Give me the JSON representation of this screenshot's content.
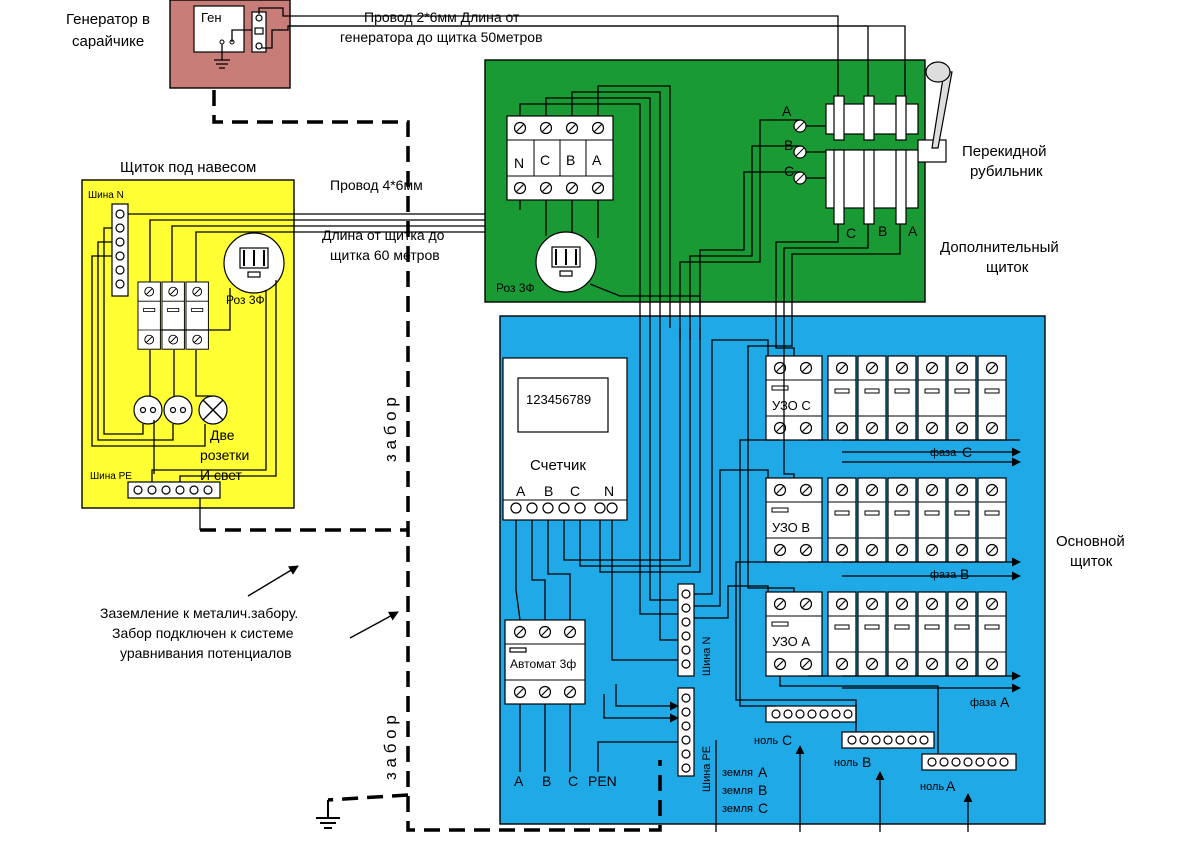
{
  "colors": {
    "generator_panel": "#c97d78",
    "yard_panel": "#ffff33",
    "aux_panel": "#1a9a35",
    "main_panel": "#1fa9e6"
  },
  "labels": {
    "generator_title_line1": "Генератор в",
    "generator_title_line2": "сарайчике",
    "gen": "Ген",
    "wire_2x6_line1": "Провод 2*6мм   Длина от",
    "wire_2x6_line2": "генератора до щитка 50метров",
    "yard_panel_title": "Щиток под навесом",
    "wire_4x6": "Провод 4*6мм",
    "length_60_line1": "Длина от щитка до",
    "length_60_line2": "щитка 60 метров",
    "bus_n_yard": "Шина N",
    "roz3f_yard": "Роз 3Ф",
    "two_sockets_line1": "Две",
    "two_sockets_line2": "розетки",
    "two_sockets_line3": "И свет",
    "bus_pe_yard": "Шина PE",
    "grounding_line1": "Заземление к металич.забору.",
    "grounding_line2": "Забор подключен к системе",
    "grounding_line3": "уравнивания потенциалов",
    "fence_1": "з а б о р",
    "fence_2": "з а б о р",
    "aux_n": "N",
    "aux_c": "C",
    "aux_b": "B",
    "aux_a": "A",
    "roz3f_aux": "Роз 3Ф",
    "switch_a": "A",
    "switch_b": "B",
    "switch_c": "C",
    "switch_bottom_c": "C",
    "switch_bottom_b": "B",
    "switch_bottom_a": "A",
    "changeover_line1": "Перекидной",
    "changeover_line2": "рубильник",
    "aux_title_line1": "Дополнительный",
    "aux_title_line2": "щиток",
    "main_title_line1": "Основной",
    "main_title_line2": "щиток",
    "meter_display": "123456789",
    "meter_title": "Счетчик",
    "meter_a": "A",
    "meter_b": "B",
    "meter_c": "C",
    "meter_n": "N",
    "breaker_3f": "Автомат 3ф",
    "in_a": "A",
    "in_b": "B",
    "in_c": "C",
    "in_pen": "PEN",
    "bus_n_main": "Шина N",
    "bus_pe_main": "Шина PE",
    "uzo_c": "УЗО С",
    "uzo_b": "УЗО В",
    "uzo_a": "УЗО А",
    "phase_c_word": "фаза",
    "phase_c_letter": "С",
    "phase_b_word": "фаза",
    "phase_b_letter": "В",
    "phase_a_word": "фаза",
    "phase_a_letter": "А",
    "null_c_word": "ноль",
    "null_c_letter": "С",
    "null_b_word": "ноль",
    "null_b_letter": "В",
    "null_a_word": "ноль",
    "null_a_letter": "А",
    "earth_a_word": "земля",
    "earth_a_letter": "А",
    "earth_b_word": "земля",
    "earth_b_letter": "В",
    "earth_c_word": "земля",
    "earth_c_letter": "С"
  }
}
